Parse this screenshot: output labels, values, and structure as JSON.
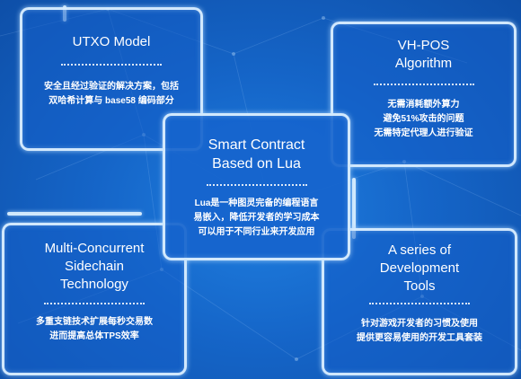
{
  "cards": {
    "utxo": {
      "title": "UTXO Model",
      "desc_lines": [
        "安全且经过验证的解决方案，包括",
        "双哈希计算与 base58 编码部分"
      ]
    },
    "vhpos": {
      "title_lines": [
        "VH-POS",
        "Algorithm"
      ],
      "desc_lines": [
        "无需消耗额外算力",
        "避免51%攻击的问题",
        "无需特定代理人进行验证"
      ]
    },
    "smart": {
      "title_lines": [
        "Smart Contract",
        "Based on Lua"
      ],
      "desc_lines": [
        "Lua是一种图灵完备的编程语言",
        "易嵌入，降低开发者的学习成本",
        "可以用于不同行业来开发应用"
      ]
    },
    "sidechain": {
      "title_lines": [
        "Multi-Concurrent",
        "Sidechain",
        "Technology"
      ],
      "desc_lines": [
        "多重支链技术扩展每秒交易数",
        "进而提高总体TPS效率"
      ]
    },
    "tools": {
      "title_lines": [
        "A series of",
        "Development",
        "Tools"
      ],
      "desc_lines": [
        "针对游戏开发者的习惯及使用",
        "提供更容易使用的开发工具套装"
      ]
    }
  },
  "colors": {
    "background": "#1565c8",
    "border": "#dcf0ff",
    "text": "#ffffff"
  }
}
